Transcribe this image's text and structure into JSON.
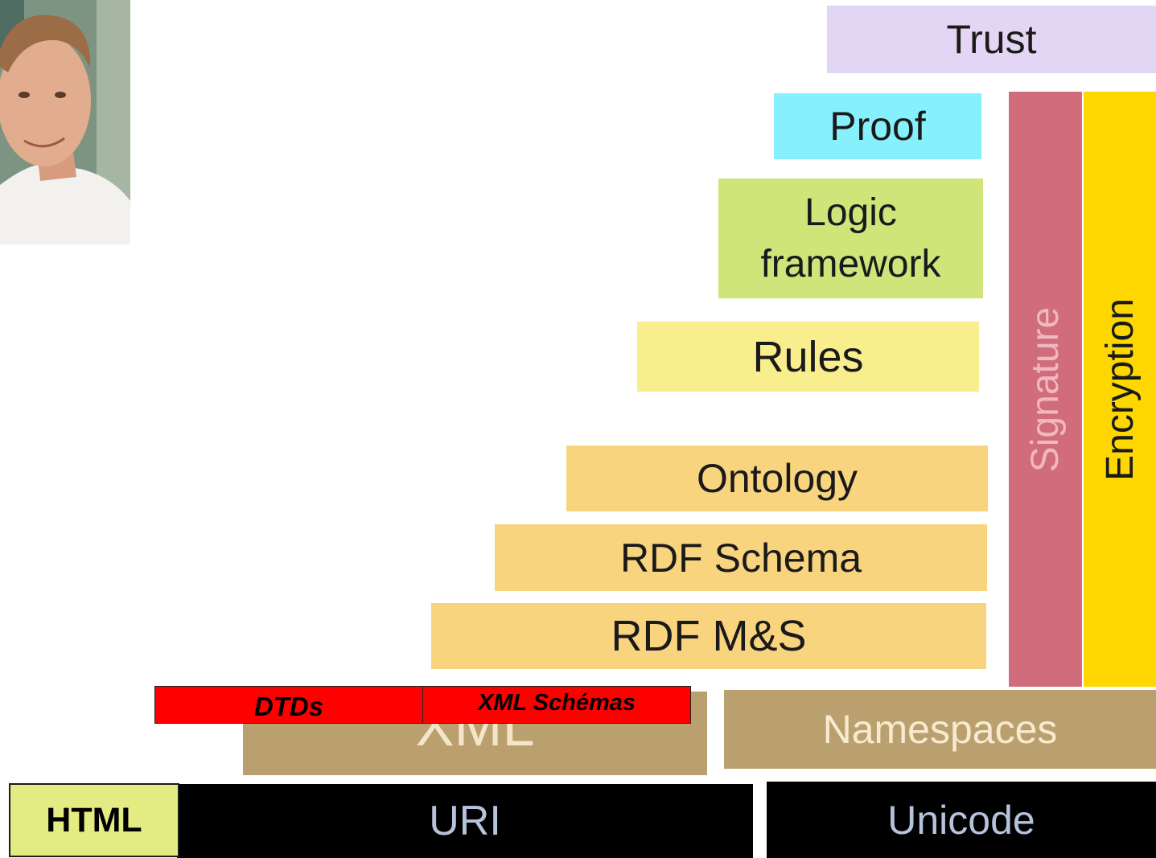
{
  "layers": {
    "trust": "Trust",
    "proof": "Proof",
    "logic_line1": "Logic",
    "logic_line2": "framework",
    "rules": "Rules",
    "ontology": "Ontology",
    "rdf_schema": "RDF Schema",
    "rdf_ms": "RDF M&S",
    "signature": "Signature",
    "encryption": "Encryption",
    "xml": "XML",
    "namespaces": "Namespaces",
    "uri": "URI",
    "unicode": "Unicode"
  },
  "overlays": {
    "html": "HTML",
    "dtds": "DTDs",
    "xml_schemas": "XML Schémas"
  },
  "colors": {
    "trust": "#e2d6f4",
    "proof": "#86f0fd",
    "logic": "#cfe57a",
    "rules": "#f8ee8e",
    "rdf_stack": "#f9d47e",
    "signature": "#d06c7c",
    "encryption": "#fed700",
    "xml_namespaces": "#bba06f",
    "uri_unicode": "#000000",
    "html": "#e3ec82",
    "red_boxes": "#ff0000"
  }
}
